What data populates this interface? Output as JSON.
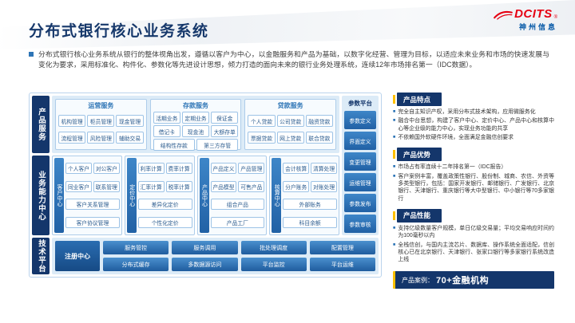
{
  "title": "分布式银行核心业务系统",
  "logo": {
    "brand": "DCITS",
    "reg": "®",
    "company": "神州信息"
  },
  "intro": "分布式银行核心业务系统从银行的整体视角出发，遵循以客户为中心，以金融服务和产品为基础，以数字化经营、管理为目标，以适应未来业务和市场的快速发展与变化为要求，采用标准化、构件化、参数化等先进设计思想，倾力打造的面向未来的银行业务处理系统，连续12年市场排名第一（IDC数据）。",
  "diagram": {
    "row_labels": [
      "产品服务",
      "业务能力中心",
      "技术平台"
    ],
    "services": {
      "operation": {
        "title": "运营服务",
        "items": [
          "机构管理",
          "柜员管理",
          "现金管理",
          "流程管理",
          "风险管理",
          "辅助交易"
        ]
      },
      "deposit": {
        "title": "存款服务",
        "items": [
          "活期业务",
          "定期业务",
          "保证金",
          "借记卡",
          "现金池",
          "大额存单",
          "结构性存款",
          "第三方存管"
        ]
      },
      "loan": {
        "title": "贷款服务",
        "items": [
          "个人贷款",
          "公司贷款",
          "融资贷款",
          "票据贷款",
          "网上贷款",
          "联合贷款"
        ]
      }
    },
    "param": {
      "title": "参数平台",
      "items": [
        "参数定义",
        "界面定义",
        "变更管理",
        "运维管理",
        "参数发布",
        "参数审核"
      ]
    },
    "centers": [
      {
        "label": "客户中心",
        "items": [
          "个人客户",
          "对公客户",
          "同业客户",
          "联系管理"
        ],
        "wide": [
          "客户关系管理",
          "客户协议管理"
        ]
      },
      {
        "label": "定价中心",
        "items": [
          "利率计算",
          "费率计算",
          "汇率计算",
          "税率计算"
        ],
        "wide": [
          "差异化定价",
          "个性化定价"
        ]
      },
      {
        "label": "产品中心",
        "items": [
          "产品定义",
          "产品管理",
          "产品模型",
          "可售产品"
        ],
        "wide": [
          "组合产品",
          "产品工厂"
        ]
      },
      {
        "label": "核算中心",
        "items": [
          "会计核算",
          "清算处理",
          "分户账务",
          "对账处理"
        ],
        "wide": [
          "外部账务",
          "科目余额"
        ]
      }
    ],
    "platform": {
      "registry": "注册中心",
      "row1": [
        "服务管控",
        "服务调用",
        "批处理调度",
        "配置管理"
      ],
      "row2": [
        "分布式缓存",
        "多数据源访问",
        "平台监控",
        "平台运维"
      ]
    }
  },
  "panels": [
    {
      "title": "产品特点",
      "bullets": [
        "完全自主知识产权，采用分布式技术架构，应用微服务化",
        "融合中台思想，构建了客户中心、定价中心、产品中心和核算中心等企业级的能力中心，实现业务功能的共享",
        "不依赖国外软硬件环境，全面满足金融信创要求"
      ]
    },
    {
      "title": "产品优势",
      "bullets": [
        "市场占有率连续十二年排名第一（IDC报告）",
        "客户案例丰富，覆盖政策性银行、股份制、城商、农信、外资等多类型银行，包括：国家开发银行、邮储银行、广发银行、北京银行、天津银行、重庆银行等大中型银行、中小银行等70多家银行"
      ]
    },
    {
      "title": "产品性能",
      "bullets": [
        "支持亿级数量客户规模，单日亿级交易量；平均交易响应时间约为100毫秒以内",
        "全栈信创，与国内主流芯片、数据库、操作系统全面适配，信创核心已在北京银行、天津银行、张家口银行等多家银行系统改造上线"
      ]
    }
  ],
  "case_bar": {
    "label": "产品案例：",
    "value": "70+金融机构"
  }
}
